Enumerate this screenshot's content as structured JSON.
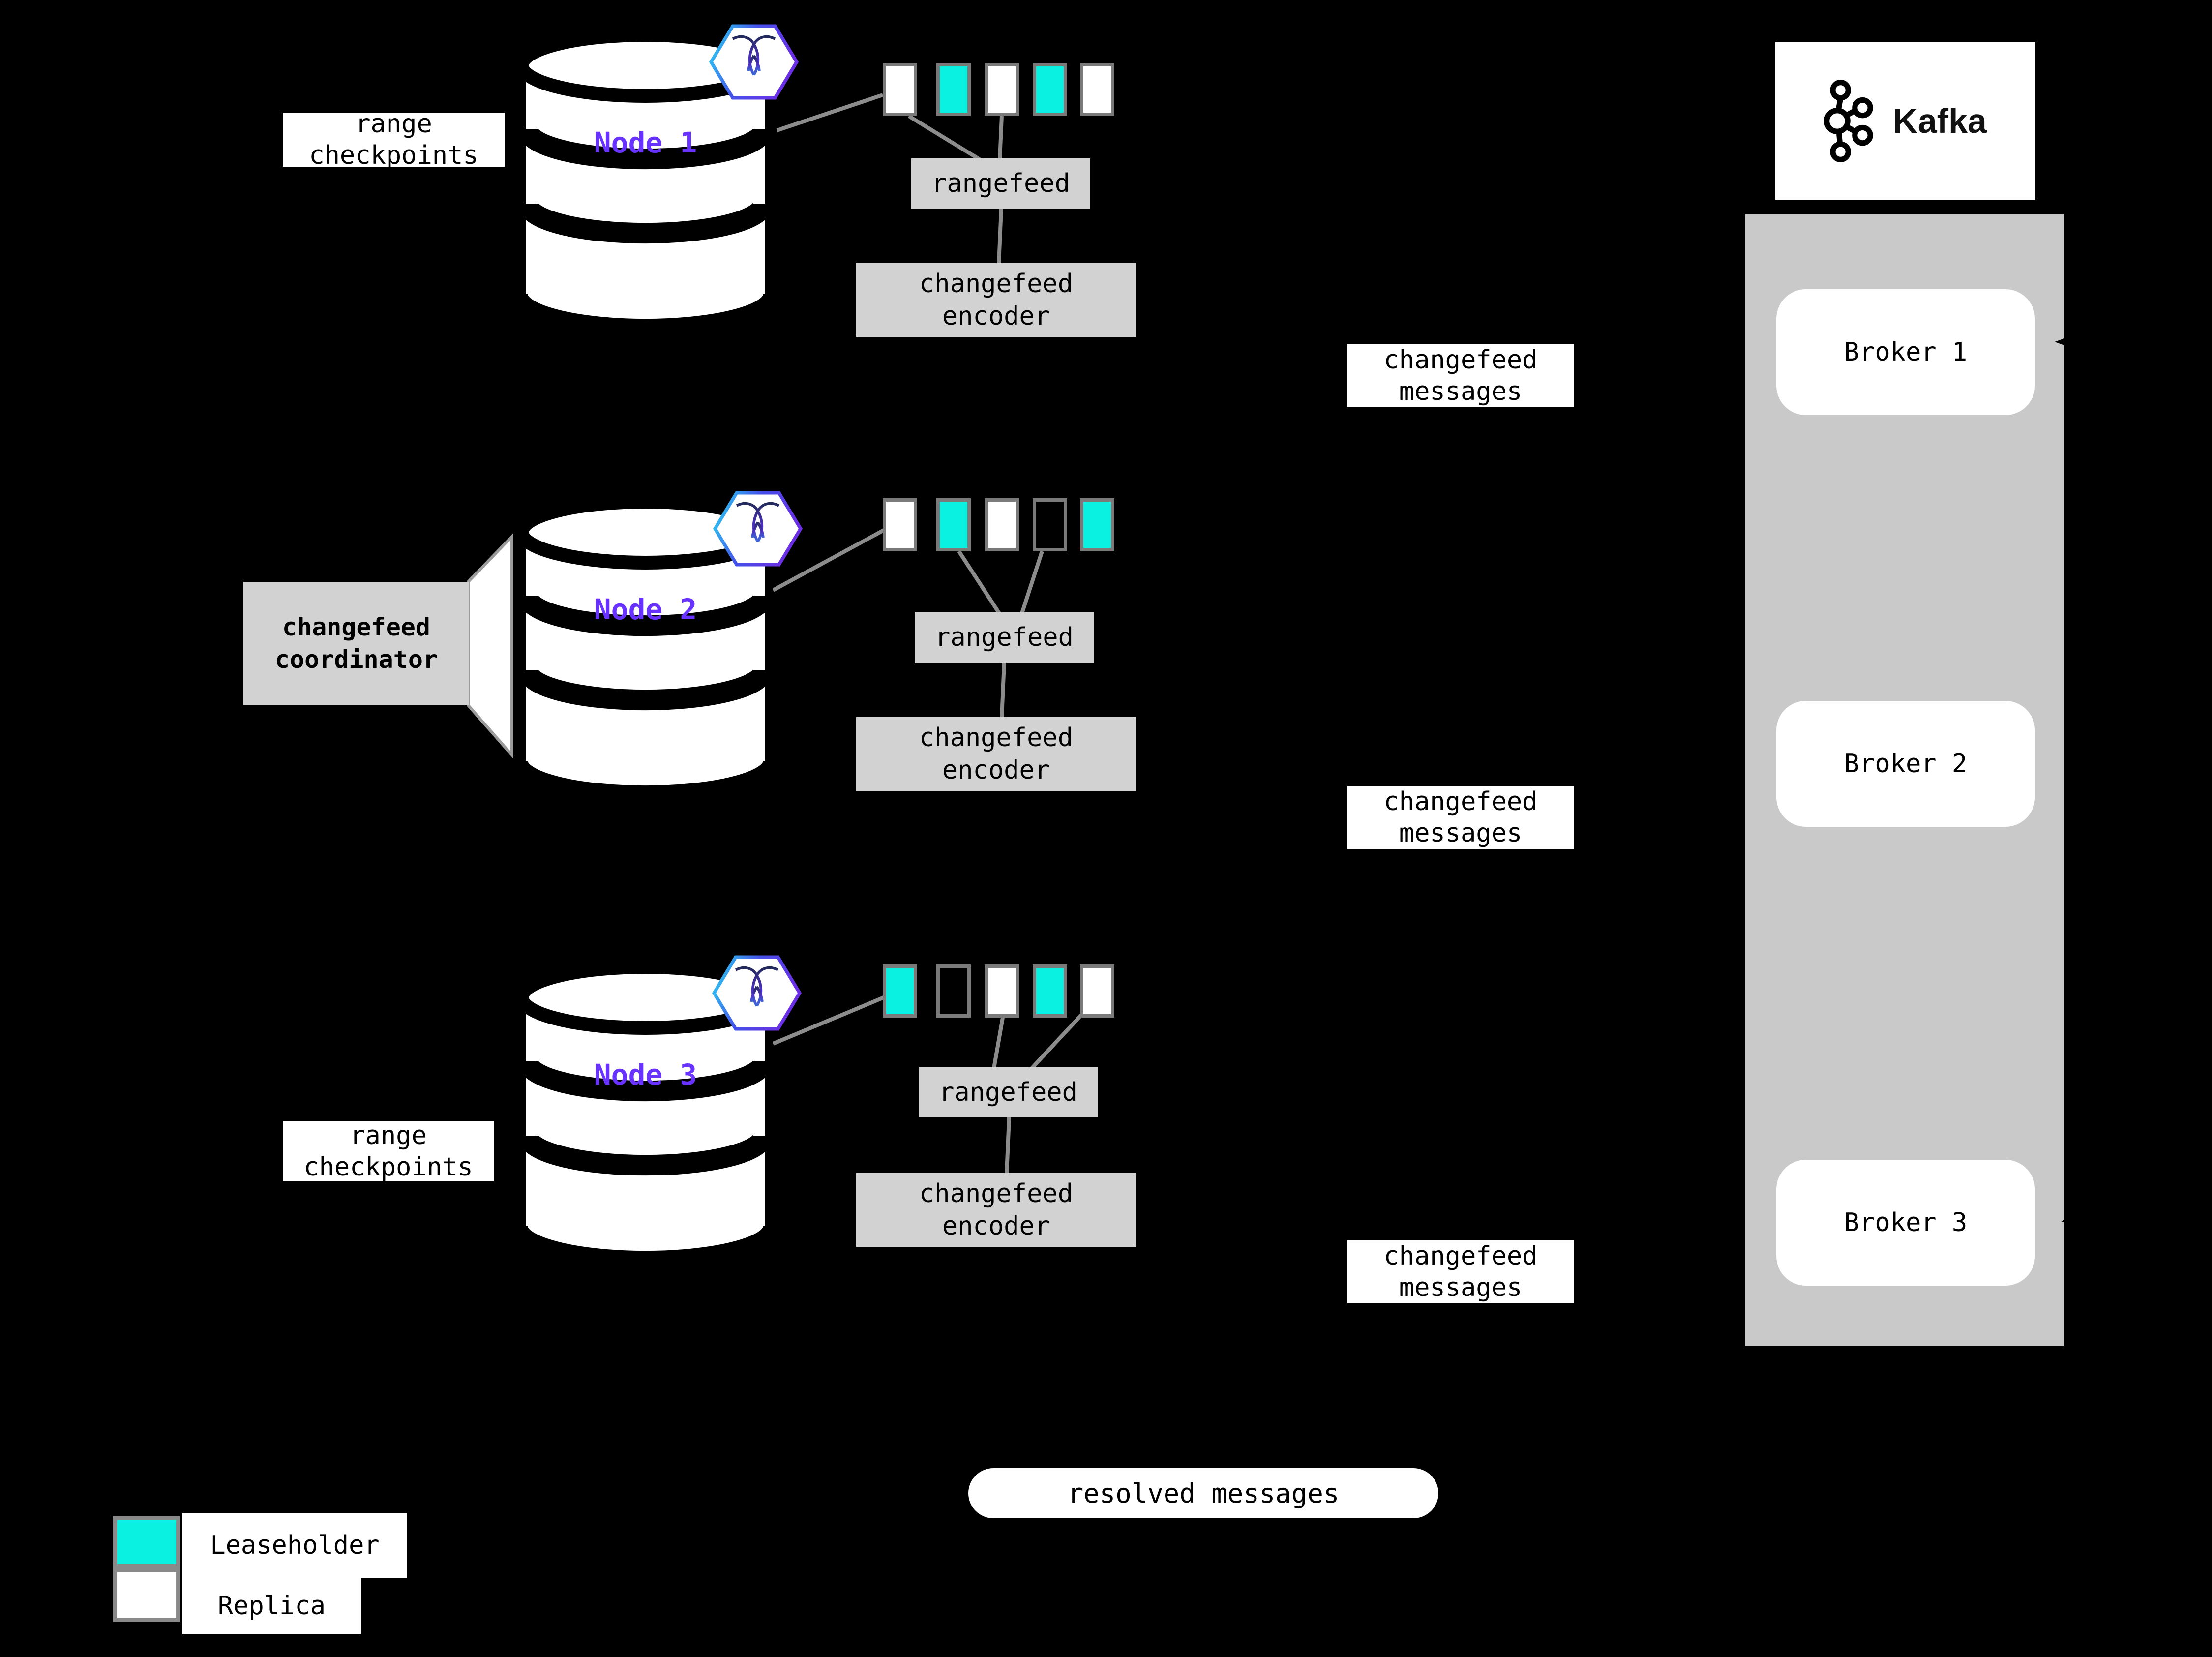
{
  "colors": {
    "background": "#000000",
    "leaseholder": "#0BF1E1",
    "replica": "#FFFFFF",
    "node_label": "#6933FF",
    "process_box": "#D2D2D2",
    "kafka_container": "#C9C9C9",
    "range_box_border": "#7A7A7A",
    "connector": "#8C8C8C"
  },
  "nodes": [
    {
      "name": "Node 1",
      "ranges": [
        "replica",
        "leaseholder",
        "replica",
        "leaseholder",
        "replica"
      ],
      "rangefeed_label": "rangefeed",
      "encoder": {
        "line1": "changefeed",
        "line2": "encoder"
      }
    },
    {
      "name": "Node 2",
      "ranges": [
        "replica",
        "leaseholder",
        "replica",
        "empty",
        "leaseholder"
      ],
      "rangefeed_label": "rangefeed",
      "encoder": {
        "line1": "changefeed",
        "line2": "encoder"
      }
    },
    {
      "name": "Node 3",
      "ranges": [
        "leaseholder",
        "empty",
        "replica",
        "leaseholder",
        "replica"
      ],
      "rangefeed_label": "rangefeed",
      "encoder": {
        "line1": "changefeed",
        "line2": "encoder"
      }
    }
  ],
  "range_checkpoints": {
    "line1": "range",
    "line2": "checkpoints"
  },
  "coordinator": {
    "line1": "changefeed",
    "line2": "coordinator"
  },
  "changefeed_messages": {
    "line1": "changefeed",
    "line2": "messages"
  },
  "resolved_messages": "resolved messages",
  "kafka": {
    "brand": "Kafka",
    "brokers": [
      {
        "label": "Broker 1"
      },
      {
        "label": "Broker 2"
      },
      {
        "label": "Broker 3"
      }
    ]
  },
  "legend": {
    "items": [
      {
        "kind": "leaseholder",
        "label": "Leaseholder"
      },
      {
        "kind": "replica",
        "label": "Replica"
      }
    ]
  }
}
